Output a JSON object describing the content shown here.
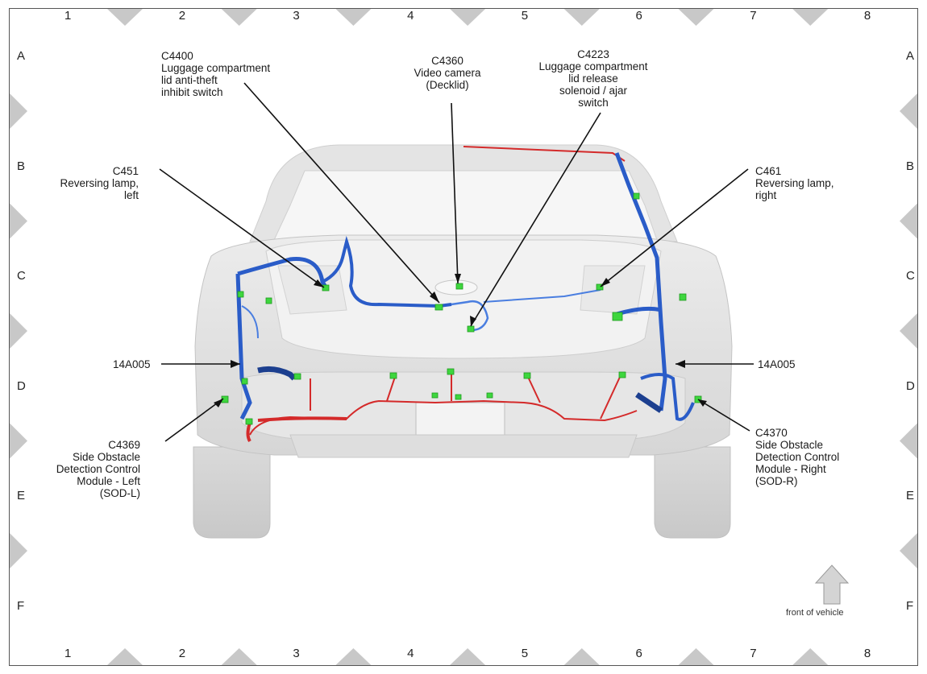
{
  "grid": {
    "columns": [
      "1",
      "2",
      "3",
      "4",
      "5",
      "6",
      "7",
      "8"
    ],
    "rows": [
      "A",
      "B",
      "C",
      "D",
      "E",
      "F"
    ]
  },
  "callouts": {
    "c4400": "C4400\nLuggage compartment\nlid anti-theft\ninhibit switch",
    "c4360": "C4360\nVideo camera\n(Decklid)",
    "c4223": "C4223\nLuggage compartment\nlid release\nsolenoid / ajar\nswitch",
    "c451": "C451\nReversing lamp,\nleft",
    "c461": "C461\nReversing lamp,\nright",
    "harness_left": "14A005",
    "harness_right": "14A005",
    "c4369": "C4369\nSide Obstacle\nDetection Control\nModule - Left\n(SOD-L)",
    "c4370": "C4370\nSide Obstacle\nDetection Control\nModule - Right\n(SOD-R)"
  },
  "front_of_vehicle": "front of vehicle",
  "colors": {
    "harness_blue": "#2a5cc8",
    "harness_dark_blue": "#1c3f8f",
    "harness_red": "#d42a2a",
    "connector_green": "#3ed63e",
    "body_gray": "#dcdcdc"
  }
}
